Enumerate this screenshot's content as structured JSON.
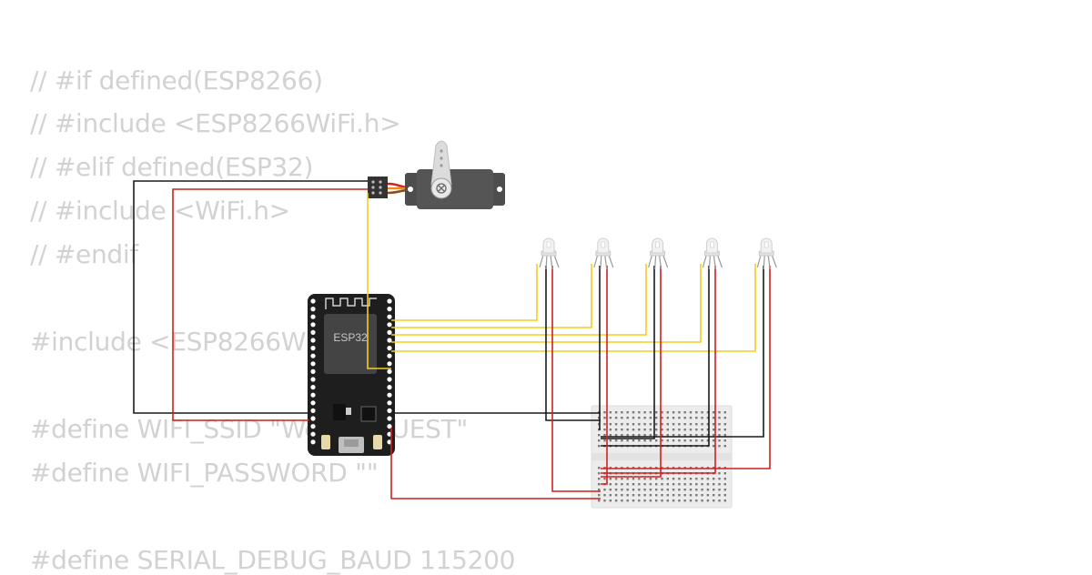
{
  "code_lines": [
    "// #if defined(ESP8266)",
    "// #include <ESP8266WiFi.h>",
    "// #elif defined(ESP32)",
    "// #include <WiFi.h>",
    "// #endif",
    "",
    "#include <ESP8266WiFi.h>",
    "",
    "#define WIFI_SSID \"Wokwi-GUEST\"",
    "#define WIFI_PASSWORD \"\"",
    "",
    "#define SERIAL_DEBUG_BAUD 115200"
  ],
  "board": {
    "label": "ESP32"
  },
  "leds": {
    "count": 5
  },
  "colors": {
    "background": "#ffffff",
    "code_text": "#d2d2d2",
    "wire_black": "#1a1a1a",
    "wire_red": "#d21f1f",
    "wire_yellow": "#f5cd1e",
    "wire_orange": "#f08a1c",
    "board": "#1e1e1e",
    "chip": "#444444",
    "breadboard": "#ececec",
    "servo_body": "#555555"
  }
}
